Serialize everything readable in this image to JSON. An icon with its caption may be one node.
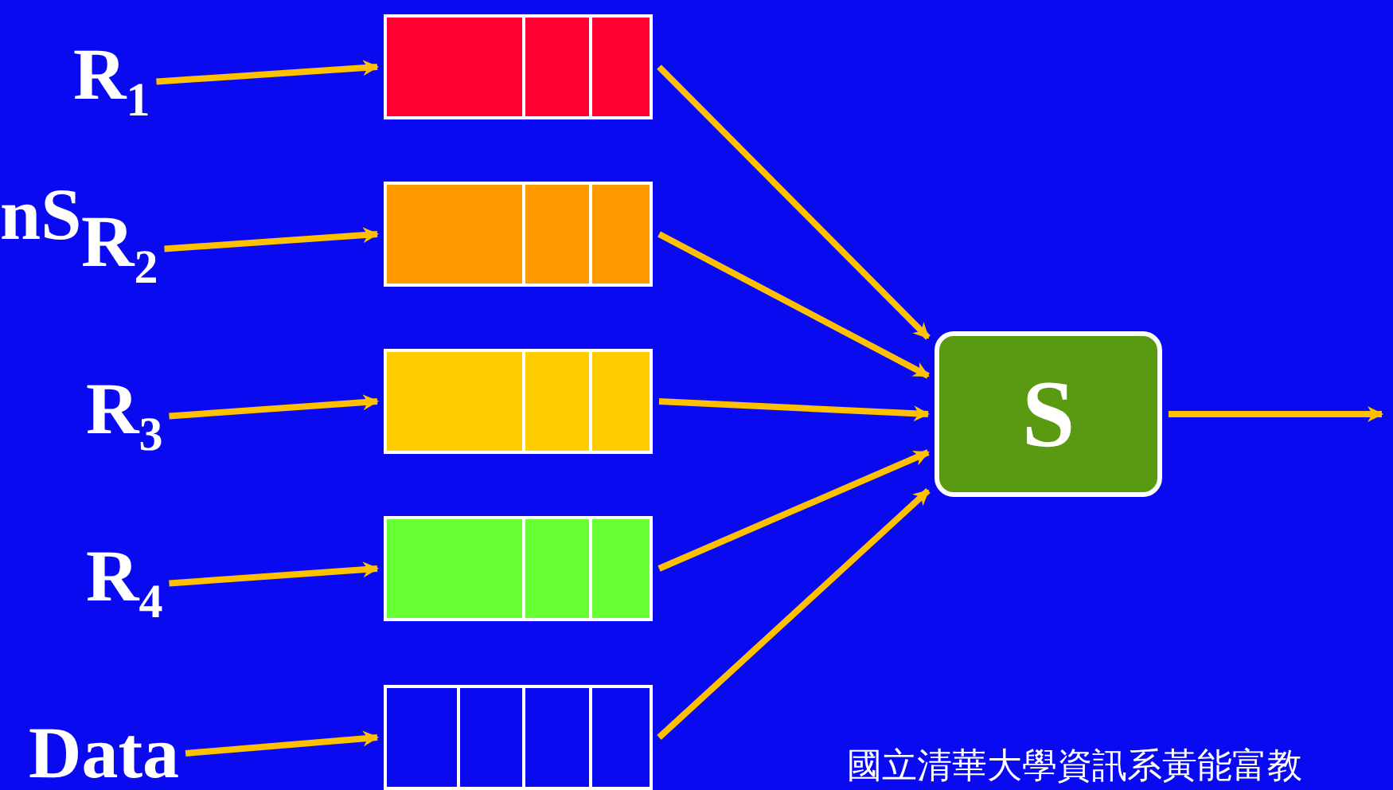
{
  "diagram": {
    "nodes": [
      {
        "text": [
          "R$_{1}$"
        ]
      },
      {
        "text": [
          "R$_{2}$"
        ]
      },
      {
        "text": [
          "R$_{3}$"
        ]
      },
      {
        "text": [
          "R$_{4}$"
        ]
      },
      {
        "text": [
          "Data"
        ]
      },
      {
        "text": [],
        "shape": "box"
      },
      {
        "text": [],
        "shape": "box"
      },
      {
        "text": [],
        "shape": "box"
      },
      {
        "text": [],
        "shape": "box"
      },
      {
        "text": [],
        "shape": "box"
      },
      {
        "text": [
          "S"
        ]
      }
    ],
    "edges": [
      {
        "from": 0,
        "to": 5,
        "arrow": "to"
      },
      {
        "from": 1,
        "to": 6,
        "arrow": "to"
      },
      {
        "from": 2,
        "to": 7,
        "arrow": "to"
      },
      {
        "from": 3,
        "to": 8,
        "arrow": "to"
      },
      {
        "from": 4,
        "to": 9,
        "arrow": "to"
      },
      {
        "from": 5,
        "to": 10,
        "arrow": "to"
      },
      {
        "from": 6,
        "to": 10,
        "arrow": "to"
      },
      {
        "from": 7,
        "to": 10,
        "arrow": "to"
      },
      {
        "from": 8,
        "to": 10,
        "arrow": "to"
      },
      {
        "from": 9,
        "to": 10,
        "arrow": "to"
      },
      {
        "from": 10,
        "to": null,
        "arrow": "to"
      }
    ],
    "labels": [
      "nS",
      "國立清華大學資訊系黃能富教"
    ]
  }
}
